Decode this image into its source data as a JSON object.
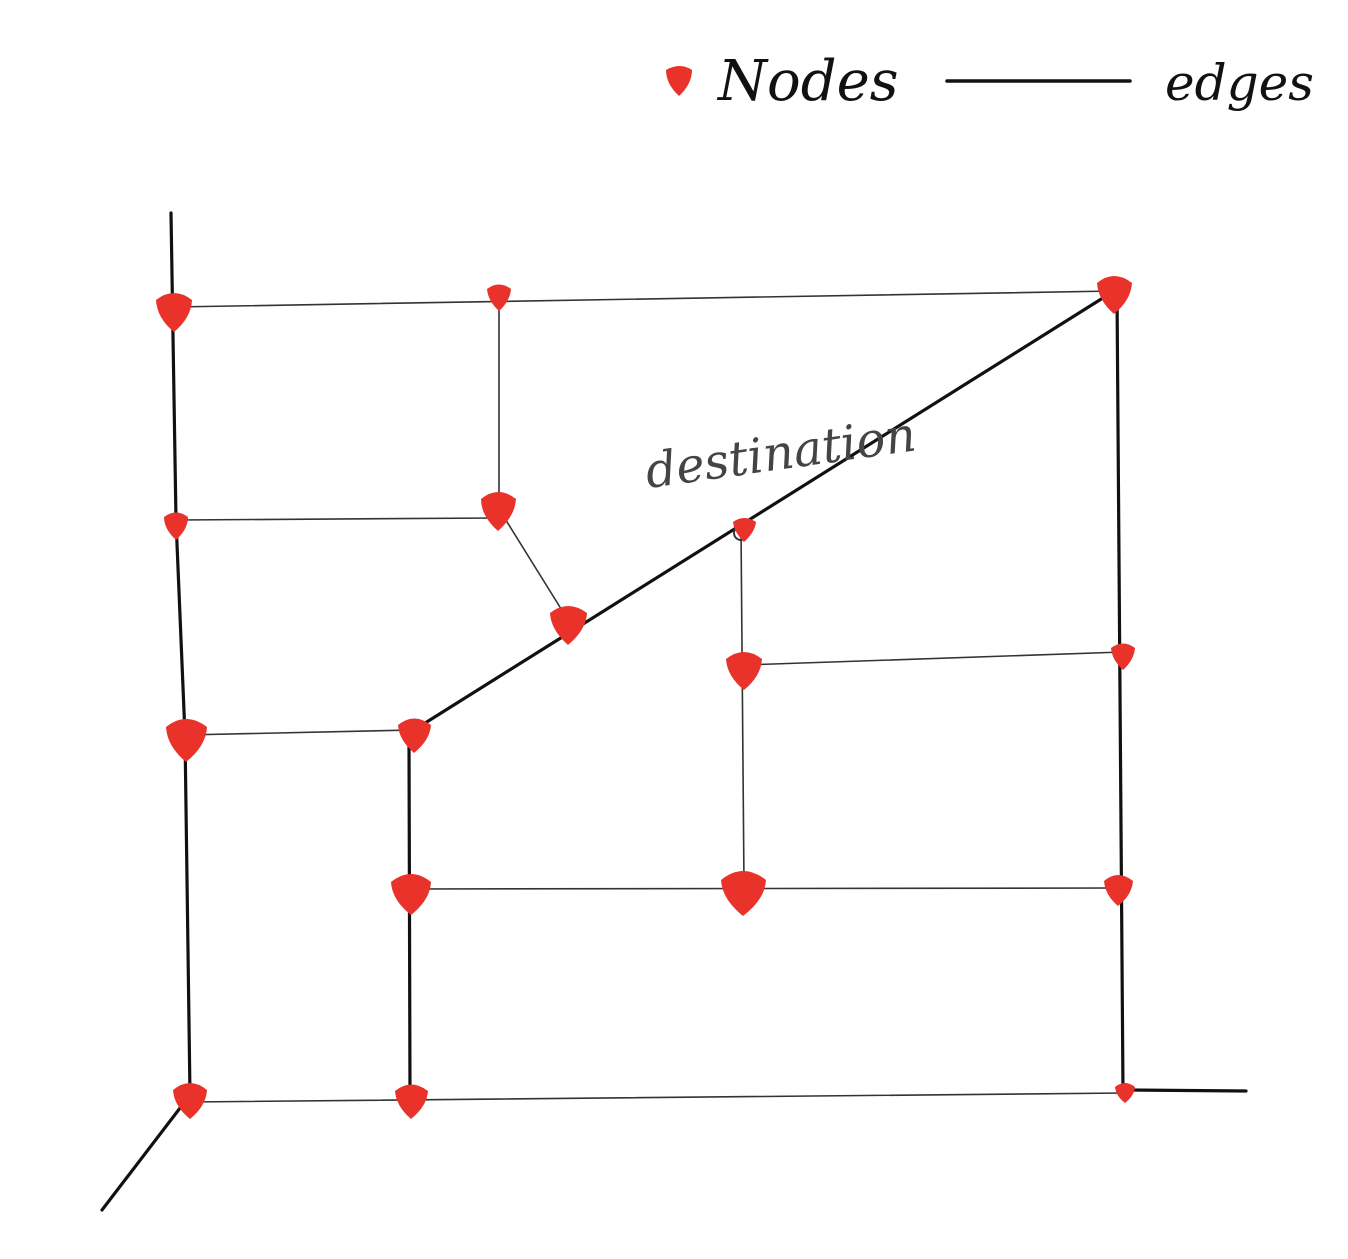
{
  "legend": {
    "nodes_label": "Nodes",
    "edges_label": "edges"
  },
  "annotation": {
    "destination_label": "destination"
  },
  "colors": {
    "node": "#e8322a",
    "edge": "#1a1a1a",
    "background": "#ffffff"
  },
  "icons": {
    "node": "red-node-icon",
    "edge": "edge-line-icon"
  }
}
